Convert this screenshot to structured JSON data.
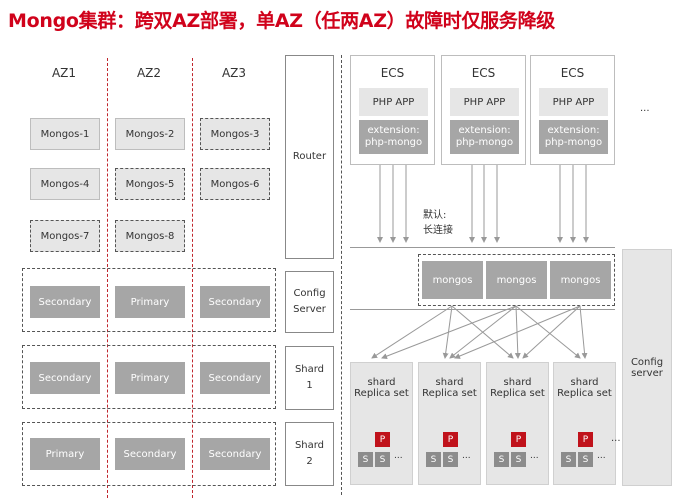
{
  "title": "Mongo集群：跨双AZ部署，单AZ（任两AZ）故障时仅服务降级",
  "az_labels": [
    "AZ1",
    "AZ2",
    "AZ3"
  ],
  "mongos": [
    "Mongos-1",
    "Mongos-2",
    "Mongos-3",
    "Mongos-4",
    "Mongos-5",
    "Mongos-6",
    "Mongos-7",
    "Mongos-8"
  ],
  "config_row": [
    "Secondary",
    "Primary",
    "Secondary"
  ],
  "shard1_row": [
    "Secondary",
    "Primary",
    "Secondary"
  ],
  "shard2_row": [
    "Primary",
    "Secondary",
    "Secondary"
  ],
  "side_labels": {
    "router": "Router",
    "config_line1": "Config",
    "config_line2": "Server",
    "shard1_line1": "Shard",
    "shard1_line2": "1",
    "shard2_line1": "Shard",
    "shard2_line2": "2"
  },
  "ecs": {
    "title": "ECS",
    "app": "PHP APP",
    "ext_line1": "extension:",
    "ext_line2": "php-mongo",
    "more": "..."
  },
  "connection_note_line1": "默认:",
  "connection_note_line2": "长连接",
  "mongos_pool": [
    "mongos",
    "mongos",
    "mongos"
  ],
  "shard_replica": {
    "line1": "shard",
    "line2": "Replica set",
    "primary": "P",
    "secondary": "S",
    "more": "..."
  },
  "shard_more": "...",
  "config_server_line1": "Config",
  "config_server_line2": "server"
}
